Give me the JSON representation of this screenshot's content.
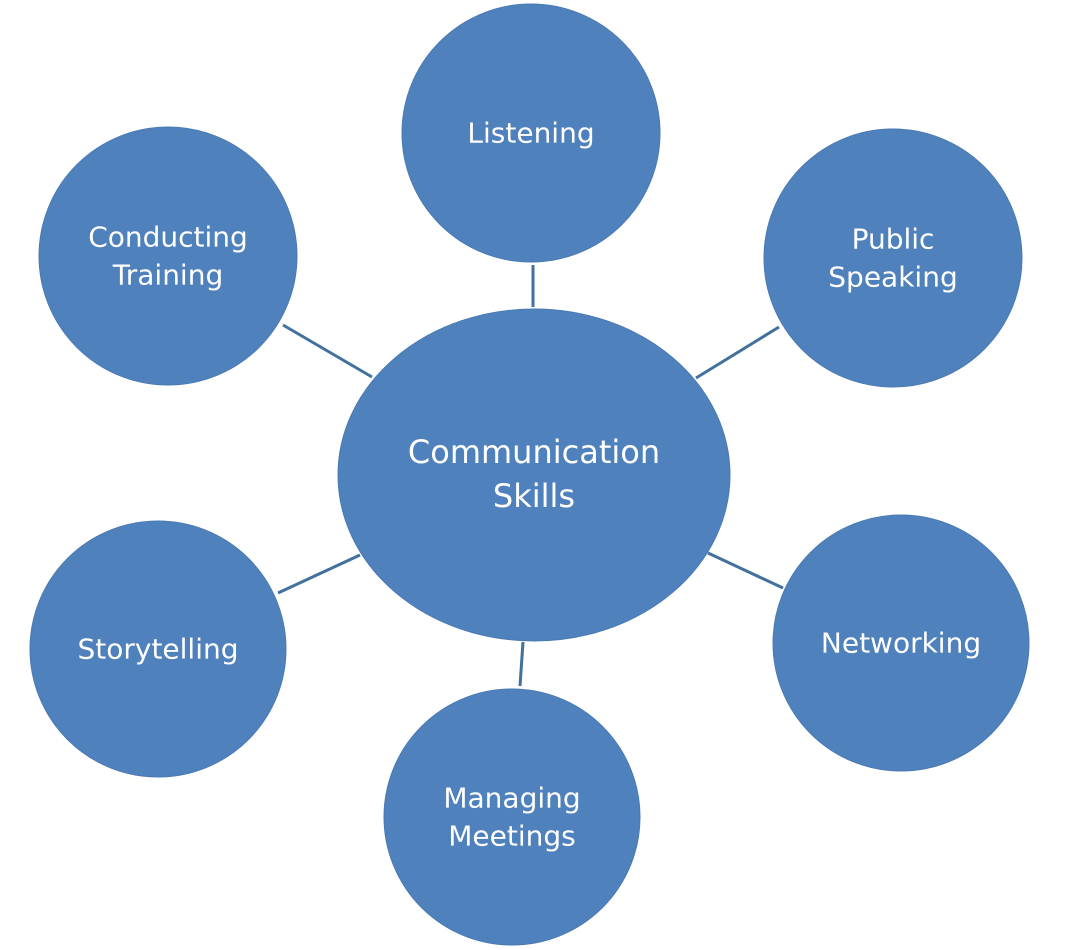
{
  "diagram": {
    "type": "radial-mind-map",
    "colors": {
      "node_fill": "#4F81BD",
      "node_edge": "#4A7AB4",
      "connector": "#41719C",
      "background": "#FFFFFF",
      "text": "#FFFFFF"
    },
    "center": {
      "id": "communication-skills",
      "lines": [
        "Communication",
        "Skills"
      ]
    },
    "nodes": [
      {
        "id": "listening",
        "lines": [
          "Listening"
        ],
        "position": "top"
      },
      {
        "id": "public-speaking",
        "lines": [
          "Public",
          "Speaking"
        ],
        "position": "top-right"
      },
      {
        "id": "networking",
        "lines": [
          "Networking"
        ],
        "position": "bottom-right"
      },
      {
        "id": "managing-meetings",
        "lines": [
          "Managing",
          "Meetings"
        ],
        "position": "bottom"
      },
      {
        "id": "storytelling",
        "lines": [
          "Storytelling"
        ],
        "position": "bottom-left"
      },
      {
        "id": "conducting-training",
        "lines": [
          "Conducting",
          "Training"
        ],
        "position": "top-left"
      }
    ],
    "edges": [
      {
        "from": "communication-skills",
        "to": "listening"
      },
      {
        "from": "communication-skills",
        "to": "public-speaking"
      },
      {
        "from": "communication-skills",
        "to": "networking"
      },
      {
        "from": "communication-skills",
        "to": "managing-meetings"
      },
      {
        "from": "communication-skills",
        "to": "storytelling"
      },
      {
        "from": "communication-skills",
        "to": "conducting-training"
      }
    ]
  }
}
